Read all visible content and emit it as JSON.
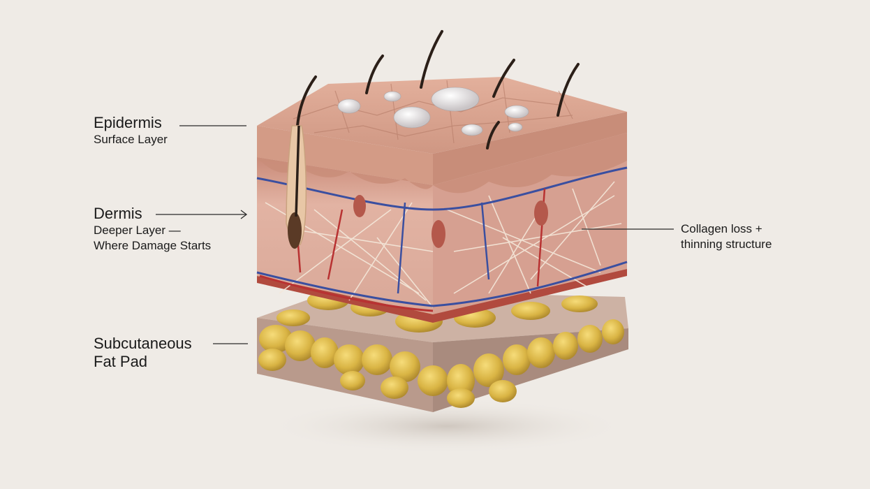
{
  "diagram": {
    "subject": "Skin cross-section layers",
    "labels": {
      "epidermis": {
        "title": "Epidermis",
        "subtitle": "Surface Layer"
      },
      "dermis": {
        "title": "Dermis",
        "subtitle_line1": "Deeper Layer —",
        "subtitle_line2": "Where Damage Starts"
      },
      "collagen": {
        "line1": "Collagen loss +",
        "line2": "thinning structure"
      },
      "fat": {
        "line1": "Subcutaneous",
        "line2": "Fat Pad"
      }
    },
    "colors": {
      "background": "#efebe6",
      "epidermis": "#d9a38f",
      "dermis": "#e6b7a8",
      "fat": "#d9b44a",
      "fat_base": "#b99a8c",
      "artery": "#b83232",
      "vein": "#3a4fa0",
      "fiber": "#f2e6d8"
    }
  }
}
